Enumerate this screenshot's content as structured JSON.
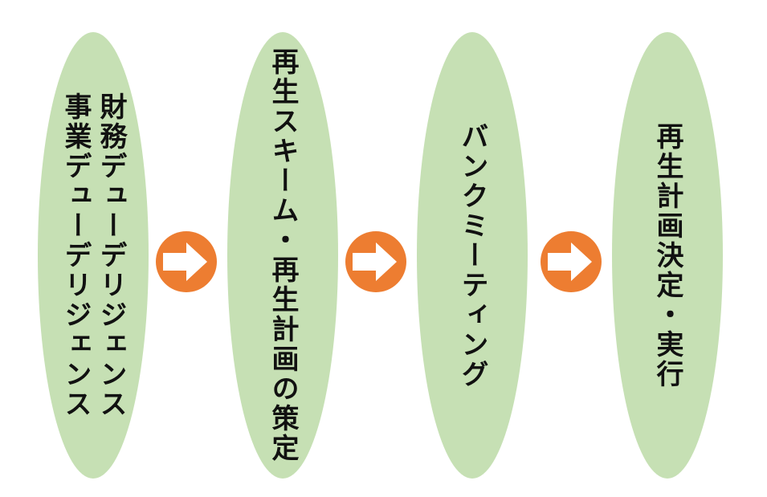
{
  "colors": {
    "step_fill": "#c6e0b4",
    "arrow_fill": "#ed7d31",
    "arrow_inner": "#ffffff",
    "text": "#111111"
  },
  "steps": [
    {
      "label": "財務デューデリジェンス\n事業デューデリジェンス"
    },
    {
      "label": "再生スキーム・再生計画の策定"
    },
    {
      "label": "バンクミーティング"
    },
    {
      "label": "再生計画決定・実行"
    }
  ],
  "connectors": [
    {
      "icon": "right-arrow-circle-icon"
    },
    {
      "icon": "right-arrow-circle-icon"
    },
    {
      "icon": "right-arrow-circle-icon"
    }
  ]
}
